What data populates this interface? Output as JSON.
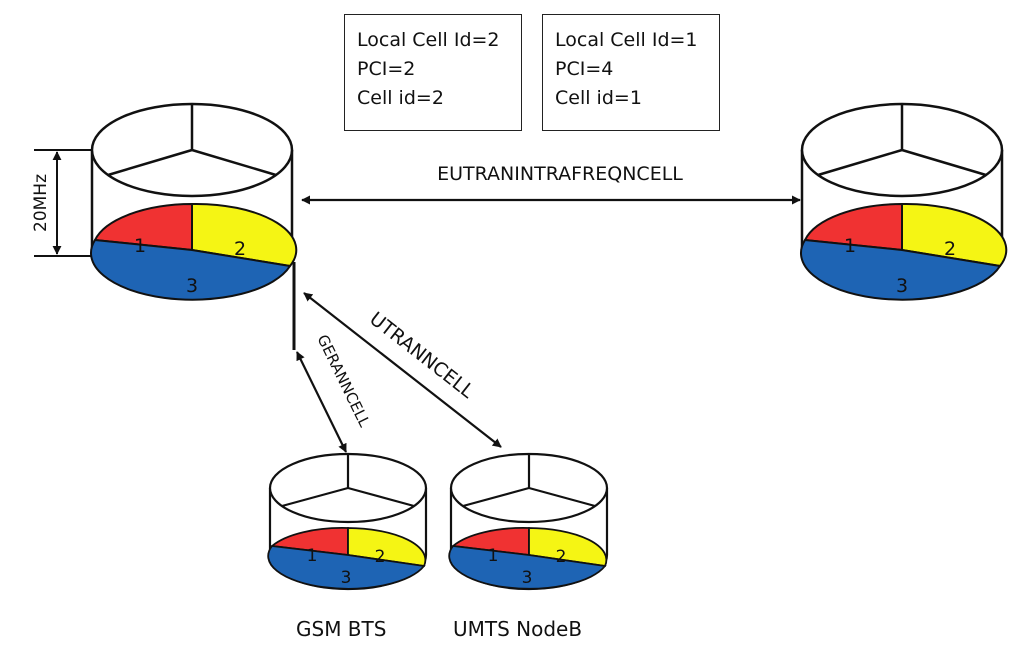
{
  "info_boxes": [
    {
      "lines": [
        "Local Cell Id=2",
        "PCI=2",
        "Cell id=2"
      ]
    },
    {
      "lines": [
        "Local Cell Id=1",
        "PCI=4",
        "Cell id=1"
      ]
    }
  ],
  "links": {
    "eutran": "EUTRANINTRAFREQNCELL",
    "utran": "UTRANNCELL",
    "geran": "GERANNCELL"
  },
  "bandwidth_label": "20MHz",
  "sectors": {
    "one": "1",
    "two": "2",
    "three": "3"
  },
  "captions": {
    "gsm": "GSM BTS",
    "umts": "UMTS NodeB"
  },
  "colors": {
    "sector_1": "#f03232",
    "sector_2": "#f5f514",
    "sector_3": "#1e64b4",
    "outline": "#111111"
  }
}
